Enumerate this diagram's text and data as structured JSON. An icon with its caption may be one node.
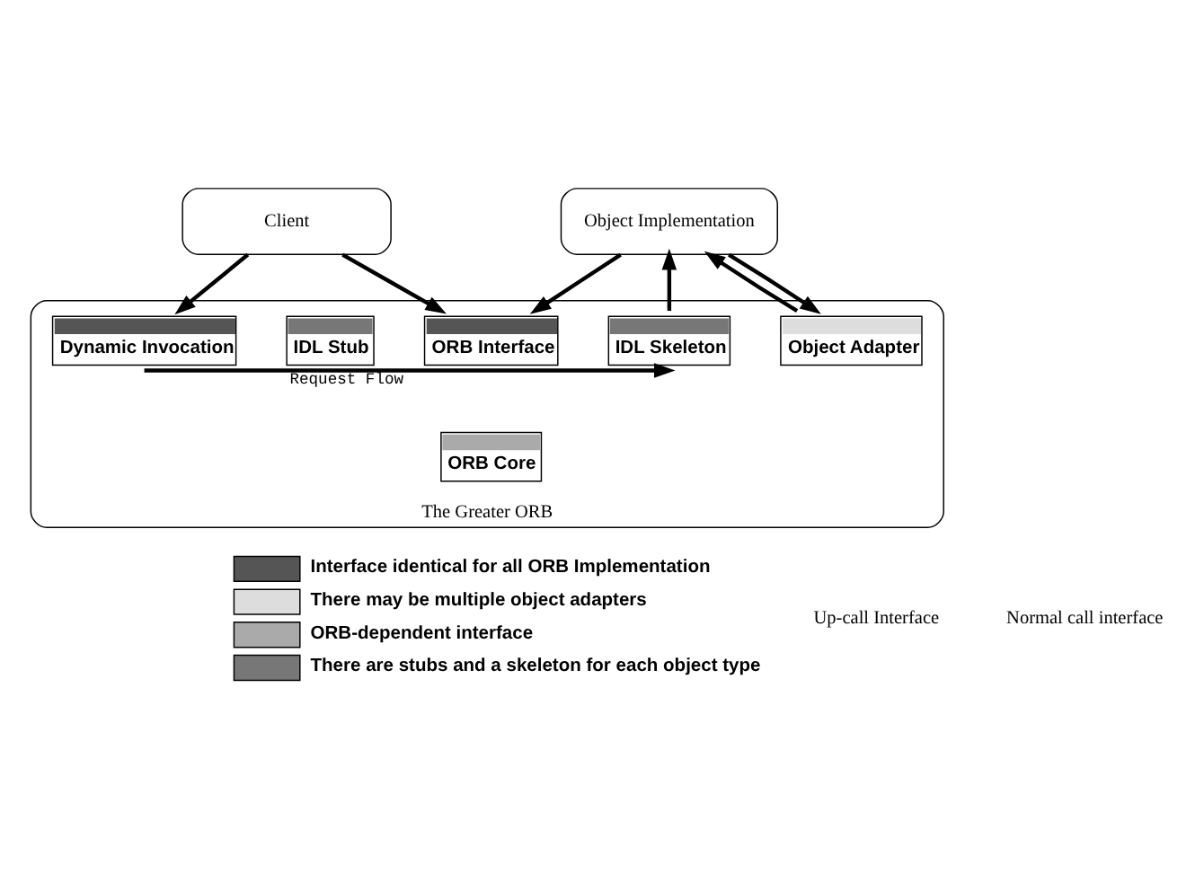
{
  "diagram": {
    "nodes": [
      {
        "text": [
          "Client"
        ]
      },
      {
        "text": [
          "Object Implementation"
        ]
      },
      {
        "text": [
          "The Greater ORB"
        ]
      },
      {
        "text": [
          "Dynamic Invocation"
        ],
        "in": 2
      },
      {
        "text": [
          "IDL Stub"
        ],
        "in": 2
      },
      {
        "text": [
          "ORB Interface"
        ],
        "in": 2
      },
      {
        "text": [
          "IDL Skeleton"
        ],
        "in": 2
      },
      {
        "text": [
          "Object Adapter"
        ],
        "in": 2
      },
      {
        "text": [
          "ORB Core"
        ],
        "in": 2
      }
    ],
    "edges": [
      {
        "from": 0,
        "to": 3,
        "arrow": "to"
      },
      {
        "from": 0,
        "to": 5,
        "arrow": "to"
      },
      {
        "from": 1,
        "to": 5,
        "arrow": "to"
      },
      {
        "from": 6,
        "to": 1,
        "arrow": "to"
      },
      {
        "from": 7,
        "to": 1,
        "arrow": "to"
      },
      {
        "from": 1,
        "to": 7,
        "arrow": "to"
      },
      {
        "from": 3,
        "to": 6,
        "arrow": "to",
        "label": "Request Flow"
      }
    ],
    "labels": [
      "Up-call Interface",
      "Normal call interface"
    ],
    "legend": [
      {
        "text": "Interface identical for all ORB Implementation",
        "color": "#555555"
      },
      {
        "text": "There may be multiple object adapters",
        "color": "#dddddd"
      },
      {
        "text": "ORB-dependent interface",
        "color": "#aaaaaa"
      },
      {
        "text": "There are stubs and a skeleton for each object type",
        "color": "#777777"
      }
    ]
  }
}
